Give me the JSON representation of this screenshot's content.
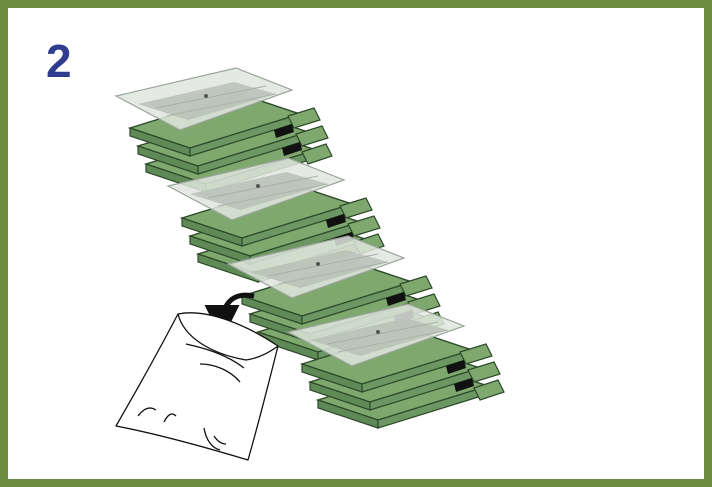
{
  "step": {
    "number": "2"
  },
  "colors": {
    "frame_border": "#6f8b3e",
    "step_number": "#2f3c8f",
    "tray_fill": "#7fa86f",
    "tray_stroke": "#2e4a2a",
    "film_fill": "#dfe6de",
    "film_stroke": "#9aa49a",
    "film_band": "#b9c2b8",
    "bag_stroke": "#111111",
    "arrow": "#111111"
  },
  "illustration": {
    "stacks_count": 4,
    "arrow": "curved-down-arrow",
    "bag": "empty-plastic-bag"
  }
}
